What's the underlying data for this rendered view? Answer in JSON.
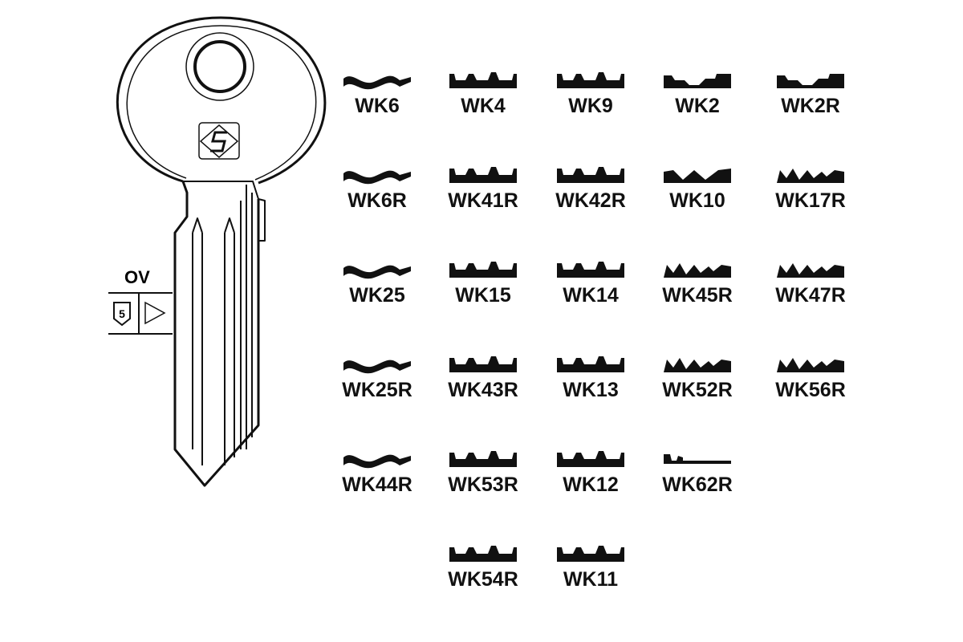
{
  "key_system": {
    "code": "OV",
    "cuts_badge": "5",
    "direction_icon": "triangle-right-icon",
    "logo": "S"
  },
  "profiles": [
    {
      "label": "WK6",
      "row": 0,
      "col": 0,
      "shape": "wave"
    },
    {
      "label": "WK4",
      "row": 0,
      "col": 1,
      "shape": "notch"
    },
    {
      "label": "WK9",
      "row": 0,
      "col": 2,
      "shape": "notch"
    },
    {
      "label": "WK2",
      "row": 0,
      "col": 3,
      "shape": "step"
    },
    {
      "label": "WK2R",
      "row": 0,
      "col": 4,
      "shape": "step"
    },
    {
      "label": "WK6R",
      "row": 1,
      "col": 0,
      "shape": "wave"
    },
    {
      "label": "WK41R",
      "row": 1,
      "col": 1,
      "shape": "notch"
    },
    {
      "label": "WK42R",
      "row": 1,
      "col": 2,
      "shape": "notch"
    },
    {
      "label": "WK10",
      "row": 1,
      "col": 3,
      "shape": "wave2"
    },
    {
      "label": "WK17R",
      "row": 1,
      "col": 4,
      "shape": "zig"
    },
    {
      "label": "WK25",
      "row": 2,
      "col": 0,
      "shape": "wave"
    },
    {
      "label": "WK15",
      "row": 2,
      "col": 1,
      "shape": "notch"
    },
    {
      "label": "WK14",
      "row": 2,
      "col": 2,
      "shape": "notch"
    },
    {
      "label": "WK45R",
      "row": 2,
      "col": 3,
      "shape": "zig"
    },
    {
      "label": "WK47R",
      "row": 2,
      "col": 4,
      "shape": "zig"
    },
    {
      "label": "WK25R",
      "row": 3,
      "col": 0,
      "shape": "wave"
    },
    {
      "label": "WK43R",
      "row": 3,
      "col": 1,
      "shape": "notch"
    },
    {
      "label": "WK13",
      "row": 3,
      "col": 2,
      "shape": "notch"
    },
    {
      "label": "WK52R",
      "row": 3,
      "col": 3,
      "shape": "zig"
    },
    {
      "label": "WK56R",
      "row": 3,
      "col": 4,
      "shape": "zig"
    },
    {
      "label": "WK44R",
      "row": 4,
      "col": 0,
      "shape": "wave"
    },
    {
      "label": "WK53R",
      "row": 4,
      "col": 1,
      "shape": "notch"
    },
    {
      "label": "WK12",
      "row": 4,
      "col": 2,
      "shape": "notch"
    },
    {
      "label": "WK62R",
      "row": 4,
      "col": 3,
      "shape": "line"
    },
    {
      "label": "WK54R",
      "row": 5,
      "col": 1,
      "shape": "notch"
    },
    {
      "label": "WK11",
      "row": 5,
      "col": 2,
      "shape": "notch"
    }
  ]
}
